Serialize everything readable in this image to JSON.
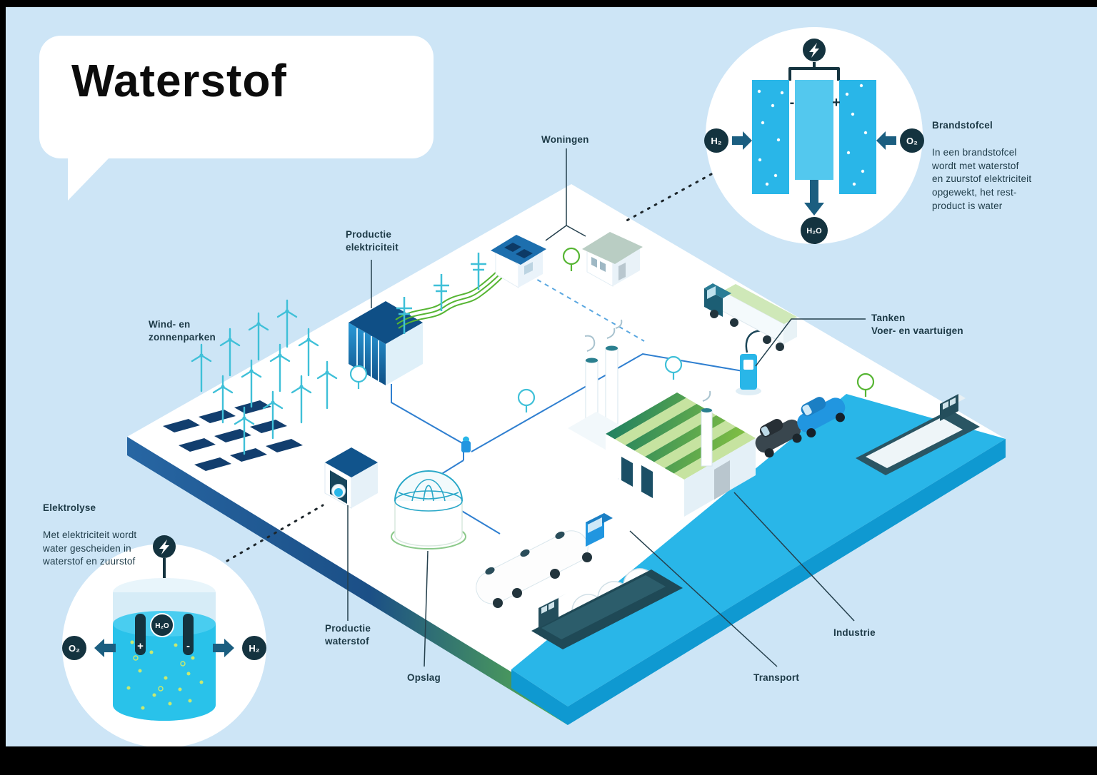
{
  "title": "Waterstof",
  "fuel_cell": {
    "heading": "Brandstofcel",
    "description": "In een brandstofcel\nwordt met waterstof\nen zuurstof elektriciteit\nopgewekt, het rest-\nproduct is water",
    "h2": "H₂",
    "o2": "O₂",
    "h2o": "H₂O",
    "minus": "-",
    "plus": "+"
  },
  "electrolysis": {
    "heading": "Elektrolyse",
    "description": "Met elektriciteit wordt\nwater gescheiden in\nwaterstof en zuurstof",
    "h2": "H₂",
    "o2": "O₂",
    "h2o": "H₂O",
    "plus": "+",
    "minus": "-"
  },
  "map_labels": {
    "woningen": "Woningen",
    "productie_elektriciteit": "Productie\nelektriciteit",
    "wind_zonnenparken": "Wind- en\nzonnenparken",
    "tanken": "Tanken",
    "tanken_sub": "Voer- en vaartuigen",
    "productie_waterstof": "Productie\nwaterstof",
    "opslag": "Opslag",
    "industrie": "Industrie",
    "transport": "Transport"
  },
  "colors": {
    "background": "#cde5f6",
    "water": "#29b6e8",
    "accent_green": "#56b533",
    "accent_teal": "#3fc0d8",
    "dark_navy": "#14333f",
    "arrow_blue": "#1b5e80",
    "text": "#1d3a47"
  }
}
